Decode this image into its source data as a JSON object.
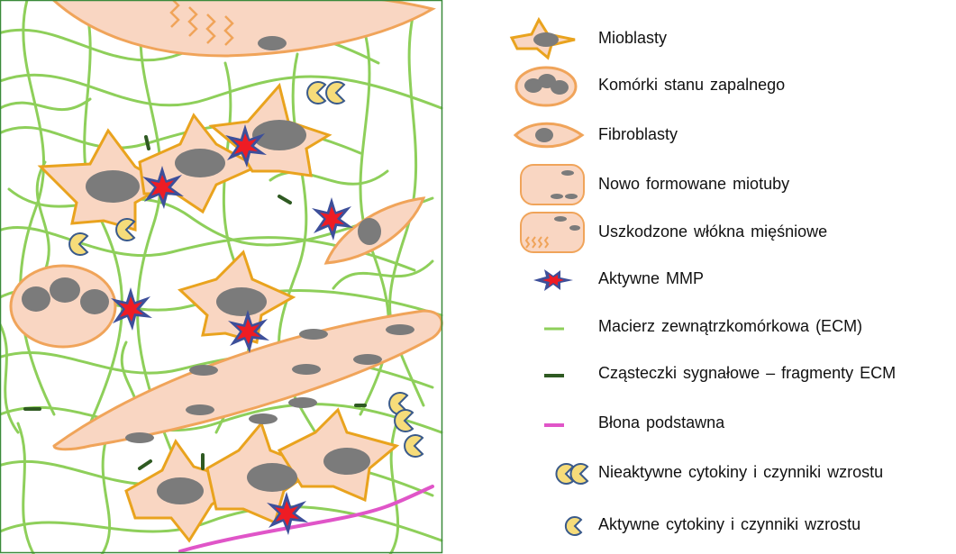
{
  "legend": {
    "items": [
      {
        "key": "myoblast",
        "label": "Mioblasty"
      },
      {
        "key": "inflammatory",
        "label": "Komórki stanu zapalnego"
      },
      {
        "key": "fibroblast",
        "label": "Fibroblasty"
      },
      {
        "key": "myotube",
        "label": "Nowo formowane miotuby"
      },
      {
        "key": "damaged",
        "label": "Uszkodzone  włókna  mięśniowe"
      },
      {
        "key": "mmp",
        "label": "Aktywne MMP"
      },
      {
        "key": "ecm",
        "label": "Macierz  zewnątrzkomórkowa  (ECM)"
      },
      {
        "key": "signal",
        "label": "Cząsteczki  sygnałowe – fragmenty  ECM"
      },
      {
        "key": "membrane",
        "label": "Błona  podstawna"
      },
      {
        "key": "inactive",
        "label": "Nieaktywne cytokiny i  czynniki  wzrostu"
      },
      {
        "key": "active",
        "label": "Aktywne cytokiny i  czynniki  wzrostu"
      }
    ]
  },
  "colors": {
    "cell_fill": "#f9d6c2",
    "cell_stroke": "#f0a45a",
    "myoblast_stroke": "#e9a31e",
    "nucleus": "#7b7b7b",
    "ecm": "#8ecf5a",
    "signal": "#2f5a22",
    "membrane": "#e055c8",
    "mmp_red": "#ee1c24",
    "mmp_blue": "#3d4f9a",
    "cytokine_fill": "#f6dc7a",
    "cytokine_stroke": "#3a5a8a",
    "frame": "#3a8a3a"
  }
}
